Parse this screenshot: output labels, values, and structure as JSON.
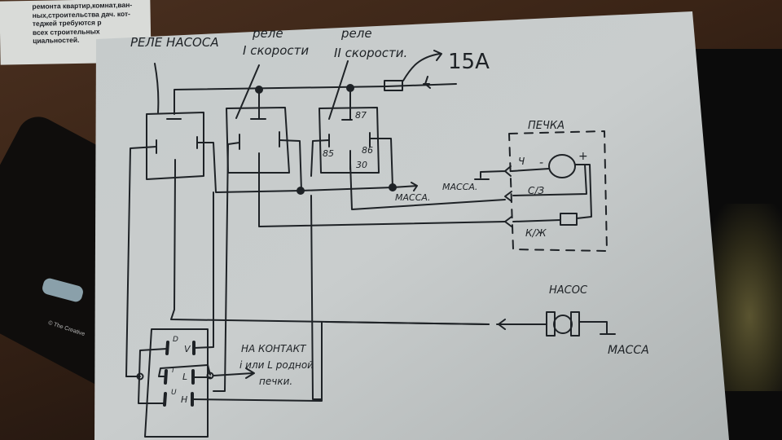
{
  "background": {
    "flyer_text_lines": [
      "ремонта квартир,комнат,ван-",
      "ных,строительства дач. кот-",
      "теджей требуются р",
      "всех строительных",
      "циальностей."
    ],
    "mat_copyright": "© The Creative"
  },
  "diagram": {
    "labels": {
      "pump_relay": "РЕЛЕ НАСОСА",
      "speed1_relay_top": "реле",
      "speed1_relay_bottom": "I скорости",
      "speed2_relay_top": "реле",
      "speed2_relay_bottom": "II скорости.",
      "fuse_rating": "15А",
      "plus": "+",
      "minus": "-",
      "heater": "ПЕЧКА",
      "ground_relay": "МАССА.",
      "ground_heater": "МАССА.",
      "pump": "НАСОС",
      "pump_ground": "МАССА",
      "wire_yellow": "Ч",
      "wire_white_black": "С/З",
      "wire_red_yellow": "К/Ж",
      "note_line1": "НА КОНТАКТ",
      "note_line2": "i или L родной",
      "note_line3": "печки.",
      "switch_pins_left": [
        "D",
        "i",
        "U"
      ],
      "switch_pins_right": [
        "V",
        "L",
        "H"
      ]
    },
    "relay_pins": [
      "87",
      "85",
      "86",
      "30"
    ],
    "colors": {
      "paper": "#c9cdcd",
      "ink": "#1e2226"
    }
  }
}
